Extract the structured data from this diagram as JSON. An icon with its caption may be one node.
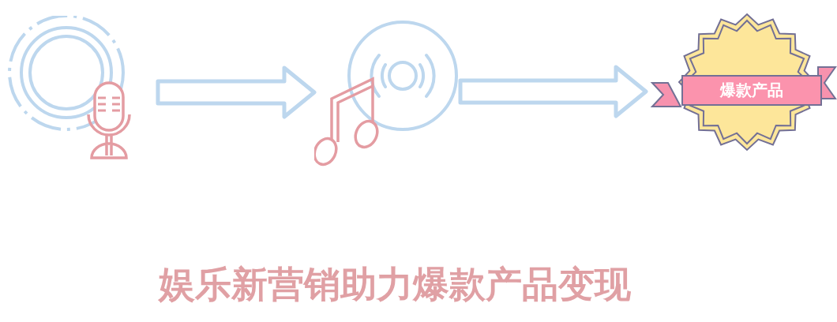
{
  "diagram": {
    "title": "娱乐新营销助力爆款产品变现",
    "nodes": [
      {
        "text": [],
        "shape": "picture"
      },
      {
        "text": [],
        "shape": "picture"
      },
      {
        "text": [
          "爆款产品"
        ]
      }
    ],
    "edges": [
      {
        "from": 0,
        "to": 1,
        "arrow": "to"
      },
      {
        "from": 1,
        "to": 2,
        "arrow": "to"
      }
    ]
  }
}
